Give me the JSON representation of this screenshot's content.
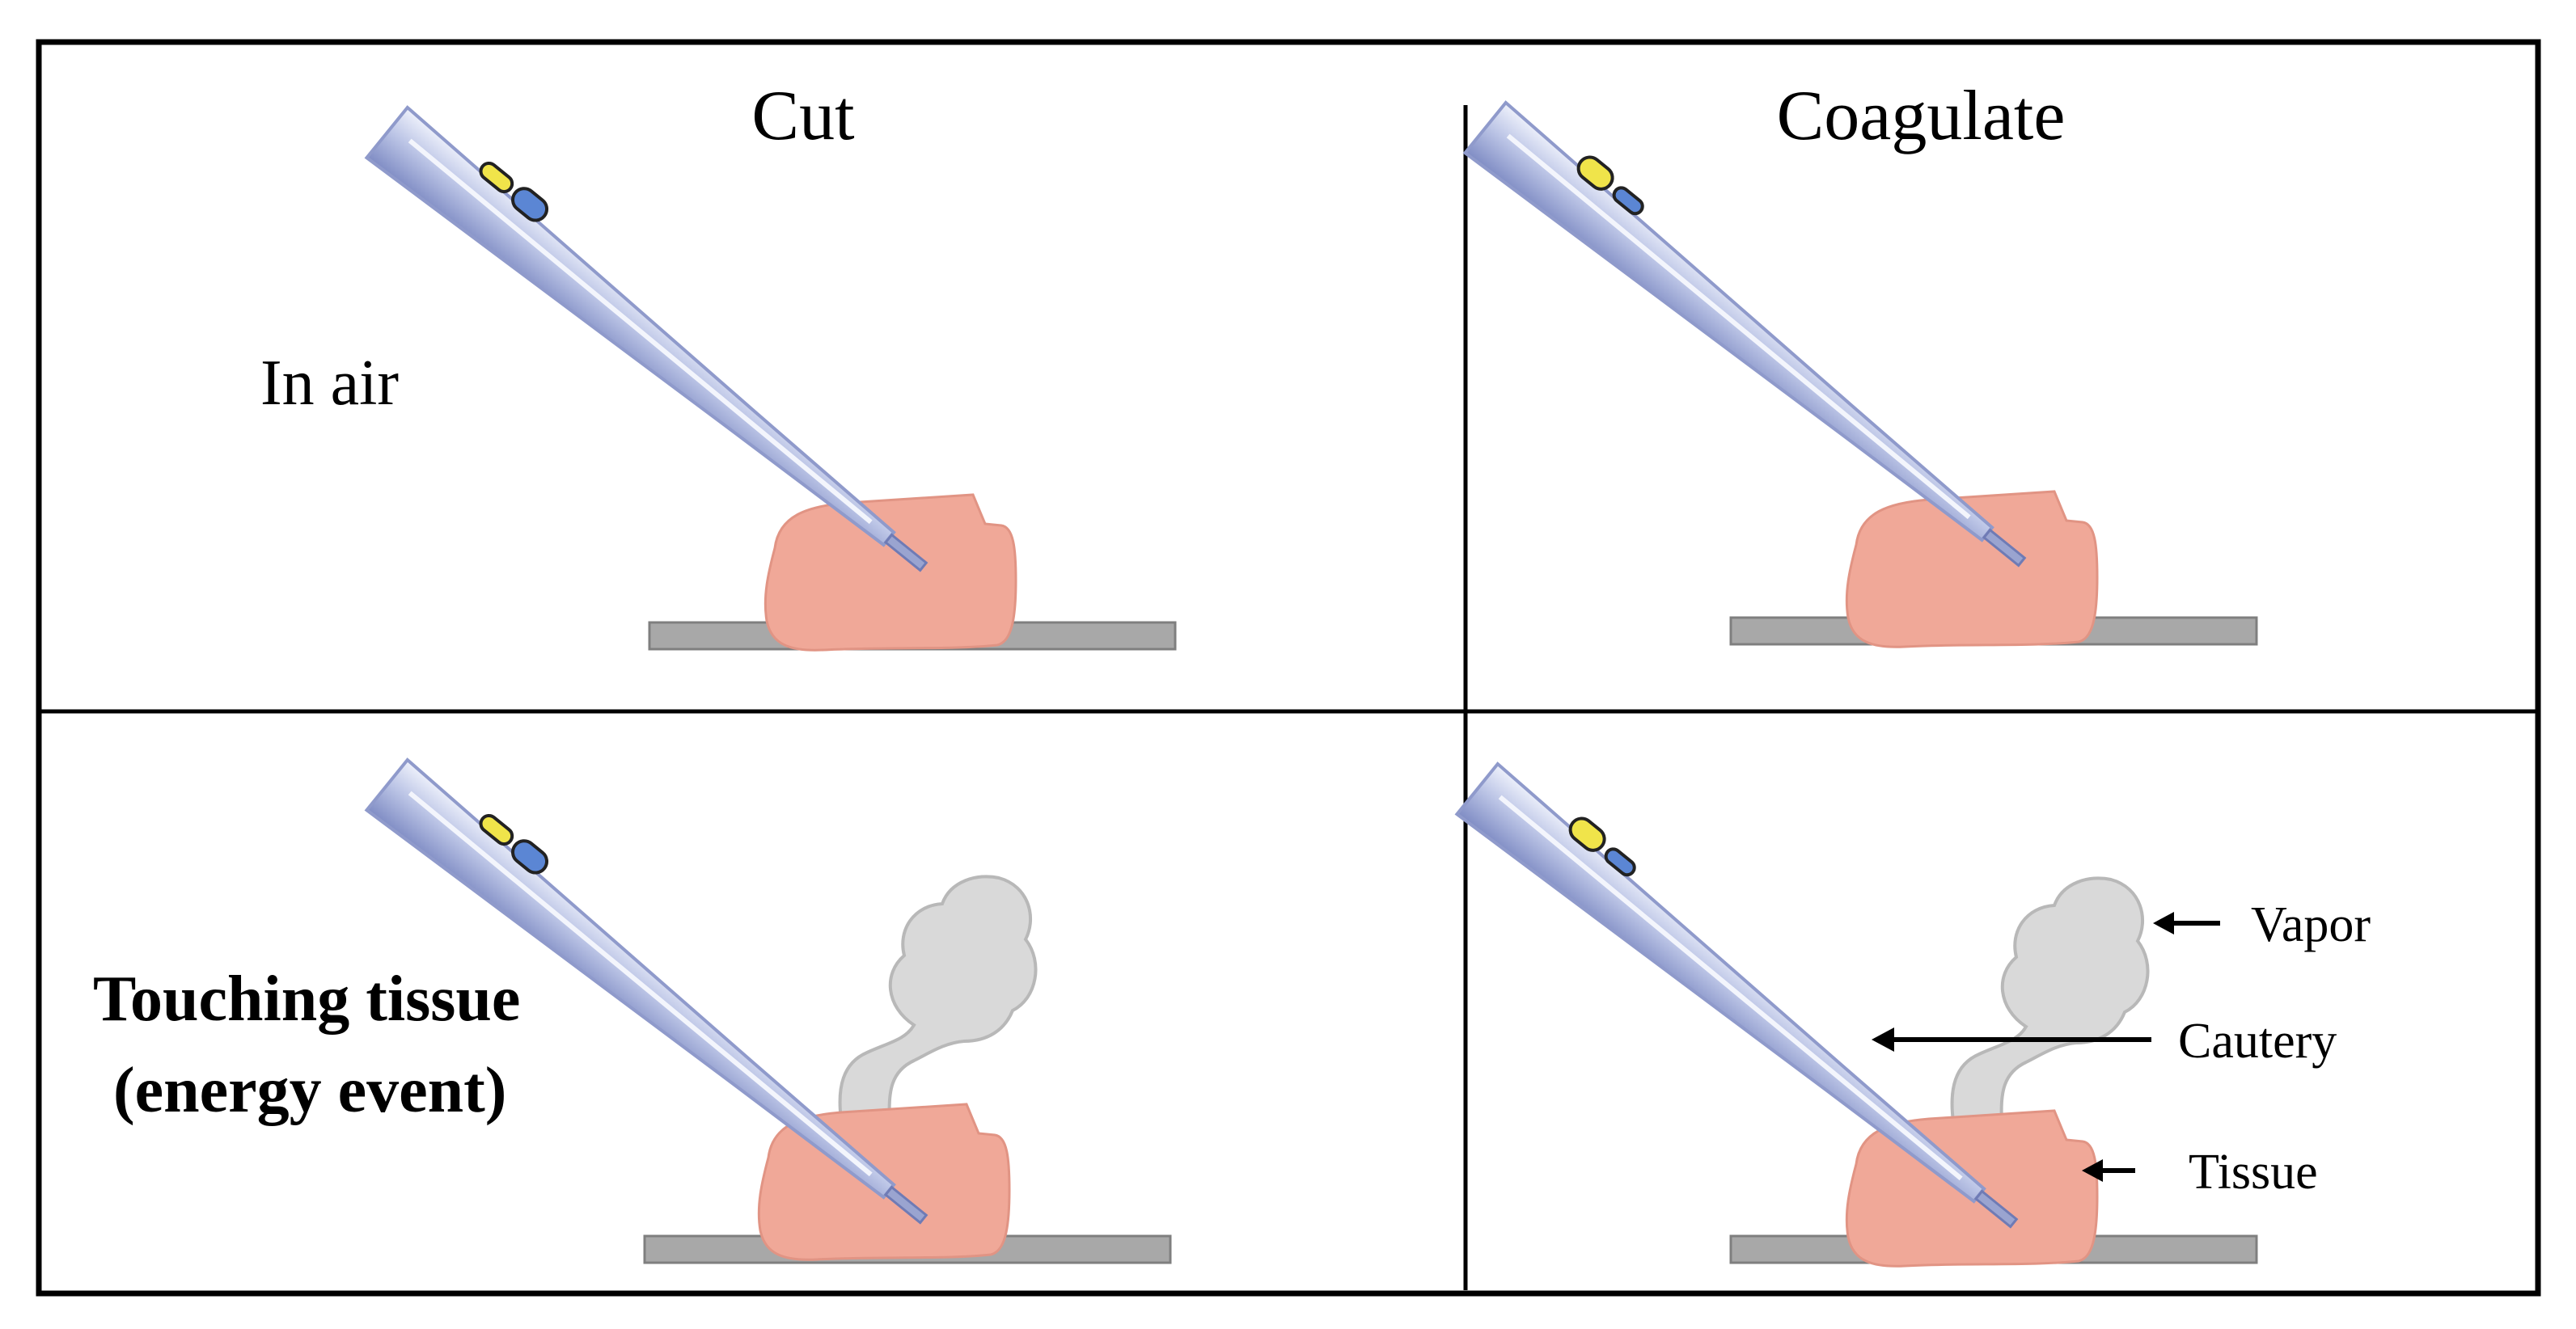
{
  "columns": {
    "cut": "Cut",
    "coagulate": "Coagulate"
  },
  "rows": {
    "in_air": "In air",
    "touching_line1": "Touching tissue",
    "touching_line2": "(energy event)"
  },
  "callouts": {
    "vapor": "Vapor",
    "cautery": "Cautery",
    "tissue": "Tissue"
  },
  "colors": {
    "border": "#000000",
    "tissue": "#f0a898",
    "platform": "#a8a8a8",
    "vapor": "#d9d9d9",
    "cautery": "#b8c2e2",
    "button_yellow": "#f0e44a",
    "button_blue": "#5b86d4"
  }
}
